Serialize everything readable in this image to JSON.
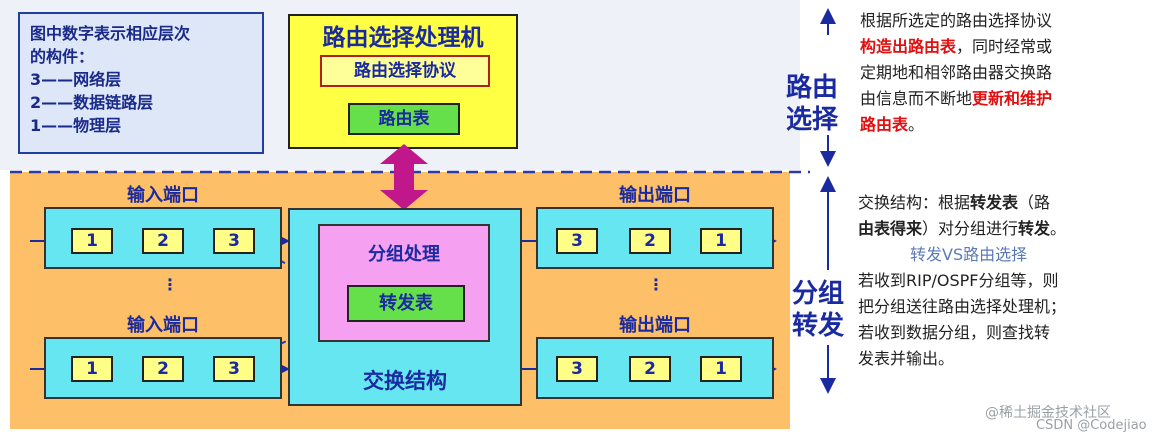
{
  "legend": {
    "line1": "图中数字表示相应层次",
    "line2": "的构件：",
    "line3": "3——网络层",
    "line4": "2——数据链路层",
    "line5": "1——物理层"
  },
  "router": {
    "title": "路由选择处理机",
    "protocol": "路由选择协议",
    "table": "路由表"
  },
  "routing_section": {
    "label_1": "路由",
    "label_2": "选择",
    "desc_a": "根据所选定的路由选择协议",
    "desc_b_red": "构造出路由表",
    "desc_b_rest": "，同时经常或",
    "desc_c": "定期地和相邻路由器交换路",
    "desc_d_pre": "由信息而不断地",
    "desc_d_red": "更新和维护",
    "desc_e_red": "路由表",
    "desc_e_rest": "。"
  },
  "forwarding_section": {
    "label_1": "分组",
    "label_2": "转发",
    "desc_a_pre": "交换结构：根据",
    "desc_a_bold": "转发表",
    "desc_a_rest": "（路",
    "desc_b_bold": "由表得来",
    "desc_b_mid": "）对分组进行",
    "desc_b_bold2": "转发",
    "desc_b_end": "。",
    "subtitle": "转发VS路由选择",
    "desc_c": "若收到RIP/OSPF分组等，则",
    "desc_d": "把分组送往路由选择处理机；",
    "desc_e": "若收到数据分组，则查找转",
    "desc_f": "发表并输出。"
  },
  "input_port_label": "输入端口",
  "output_port_label": "输出端口",
  "input_cells": [
    "1",
    "2",
    "3"
  ],
  "output_cells": [
    "3",
    "2",
    "1"
  ],
  "switch": {
    "packet_processing": "分组处理",
    "forwarding_table": "转发表",
    "switch_fabric": "交换结构"
  },
  "ellipsis": "⋮",
  "watermark": {
    "line1": "@稀土掘金技术社区",
    "line2": "CSDN @Codejiao"
  },
  "colors": {
    "title_blue": "#1a2aa0",
    "red_highlight": "#e01010",
    "router_yellow": "#ffff44",
    "port_cyan": "#66e6f0",
    "table_green": "#66e04a",
    "packet_pink": "#f5a0f0",
    "region_orange": "#fdc069",
    "arrow_magenta": "#c0188a"
  }
}
